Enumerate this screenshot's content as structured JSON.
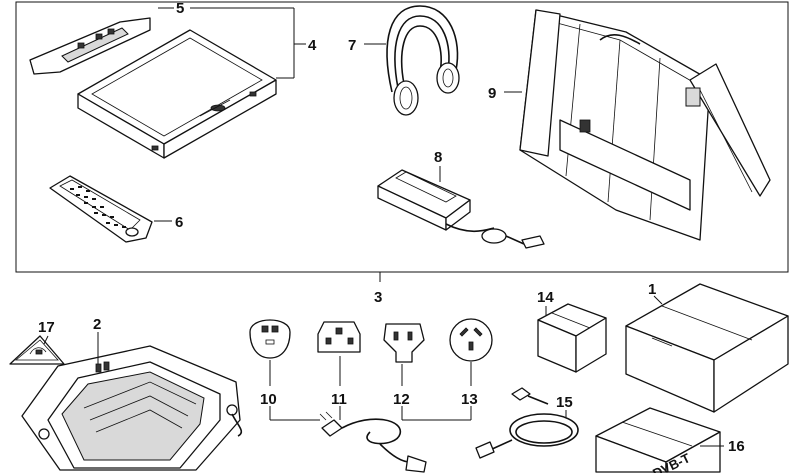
{
  "callouts": {
    "n1": "1",
    "n2": "2",
    "n3": "3",
    "n4": "4",
    "n5": "5",
    "n6": "6",
    "n7": "7",
    "n8": "8",
    "n9": "9",
    "n10": "10",
    "n11": "11",
    "n12": "12",
    "n13": "13",
    "n14": "14",
    "n15": "15",
    "n16": "16",
    "n17": "17"
  },
  "box_stamp": "DVB-T"
}
